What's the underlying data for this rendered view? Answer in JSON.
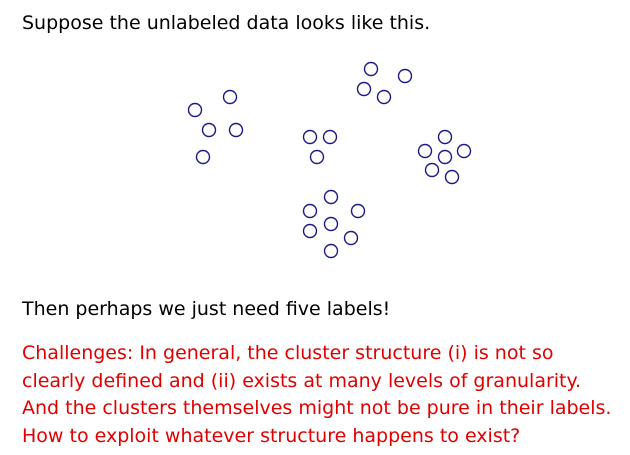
{
  "intro_text": "Suppose the unlabeled data looks like this.",
  "conclusion_text": "Then perhaps we just need five labels!",
  "challenges_text": "Challenges: In general, the cluster structure (i) is not so clearly defined and (ii) exists at many levels of granularity. And the clusters themselves might not be pure in their labels. How to exploit whatever structure happens to exist?",
  "colors": {
    "point_stroke": "#1a1a8c",
    "challenges": "#e00000"
  },
  "icon": "hollow-circle"
}
